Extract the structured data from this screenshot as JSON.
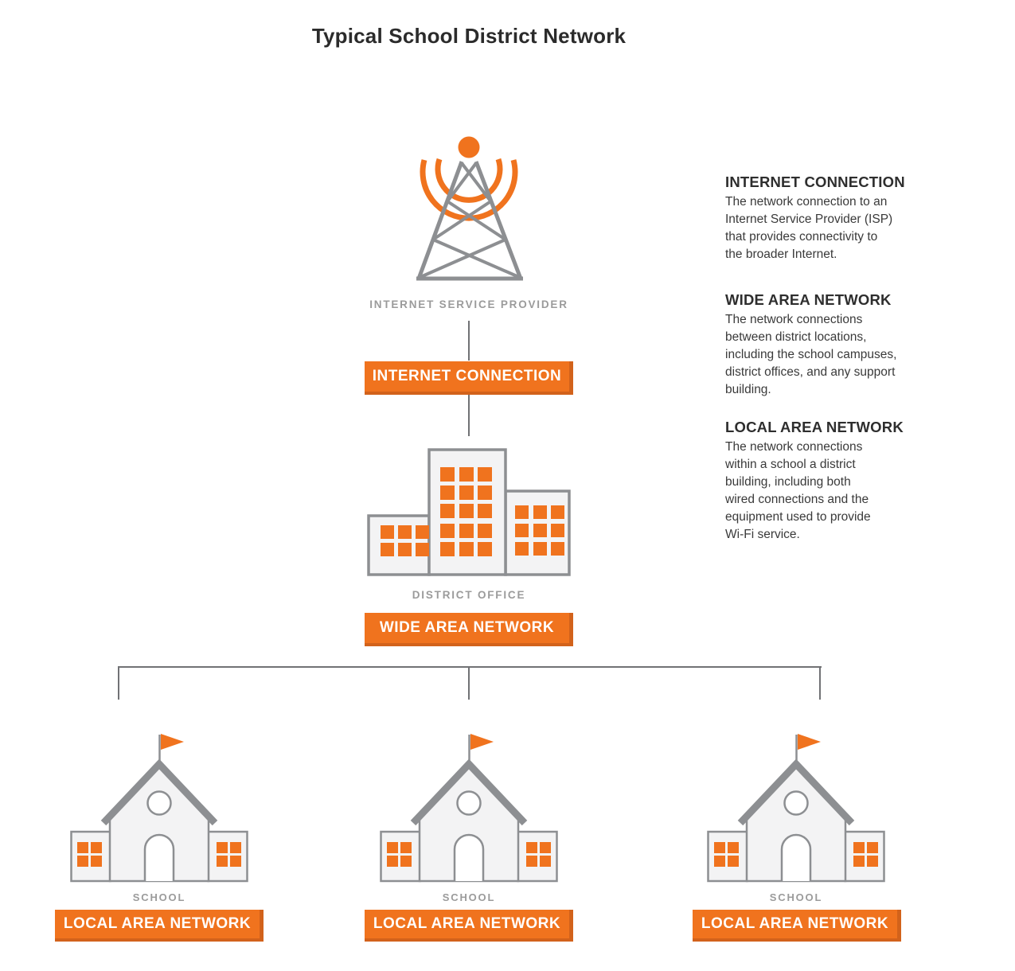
{
  "page": {
    "title": "Typical School District Network"
  },
  "colors": {
    "orange": "#f0731e",
    "orange_dark_edge": "#d2621b",
    "icon_gray": "#8d8f92",
    "icon_fill": "#f3f3f4",
    "connector_gray": "#717275",
    "label_gray": "#9b9b9b",
    "text_dark": "#2e2e2e"
  },
  "diagram": {
    "isp": {
      "label": "INTERNET SERVICE PROVIDER"
    },
    "internet_connection": {
      "label": "INTERNET CONNECTION"
    },
    "district_office": {
      "label": "DISTRICT OFFICE"
    },
    "wide_area_network": {
      "label": "WIDE AREA NETWORK"
    },
    "schools": [
      {
        "label": "SCHOOL",
        "lan_label": "LOCAL AREA NETWORK"
      },
      {
        "label": "SCHOOL",
        "lan_label": "LOCAL AREA NETWORK"
      },
      {
        "label": "SCHOOL",
        "lan_label": "LOCAL AREA NETWORK"
      }
    ]
  },
  "legend": [
    {
      "heading": "INTERNET CONNECTION",
      "body": "The network connection to an\nInternet Service Provider (ISP)\nthat provides connectivity to\nthe broader Internet."
    },
    {
      "heading": "WIDE AREA NETWORK",
      "body": "The network connections\nbetween district locations,\nincluding the school campuses,\ndistrict offices, and any support\nbuilding."
    },
    {
      "heading": "LOCAL AREA NETWORK",
      "body": "The network connections\nwithin a school a district\nbuilding, including both\nwired connections and the\nequipment used to provide\nWi-Fi service."
    }
  ]
}
